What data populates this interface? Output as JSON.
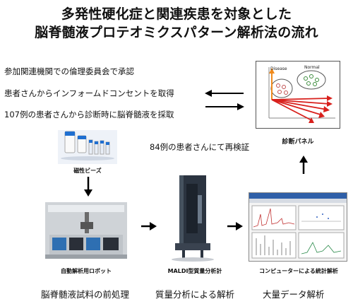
{
  "title": {
    "line1": "多発性硬化症と関連疾患を対象とした",
    "line2": "脳脊髄液プロテオミクスパターン解析法の流れ"
  },
  "steps": [
    "参加関連機関での倫理委員会で承認",
    "患者さんからインフォームドコンセントを取得",
    "107例の患者さんから診断時に脳脊髄液を採取"
  ],
  "recheck": "84例の患者さんにて再検証",
  "panel": {
    "label": "診断パネル",
    "disease": "Disease",
    "normal": "Normal"
  },
  "images": {
    "beads": "磁性ビーズ",
    "robot": "自動解析用ロボット",
    "maldi": "MALDI型質量分析計",
    "computer": "コンピューターによる統計解析"
  },
  "bottom": {
    "pretreatment": "脳脊髄液試料の前処理",
    "mass_spec": "質量分析による解析",
    "data_analysis": "大量データ解析"
  },
  "colors": {
    "arrow_red": "#d8201c",
    "arrow_orange": "#f08a1c",
    "tube_blue": "#1f6fd0",
    "plate_teal": "#2e6fb2"
  }
}
